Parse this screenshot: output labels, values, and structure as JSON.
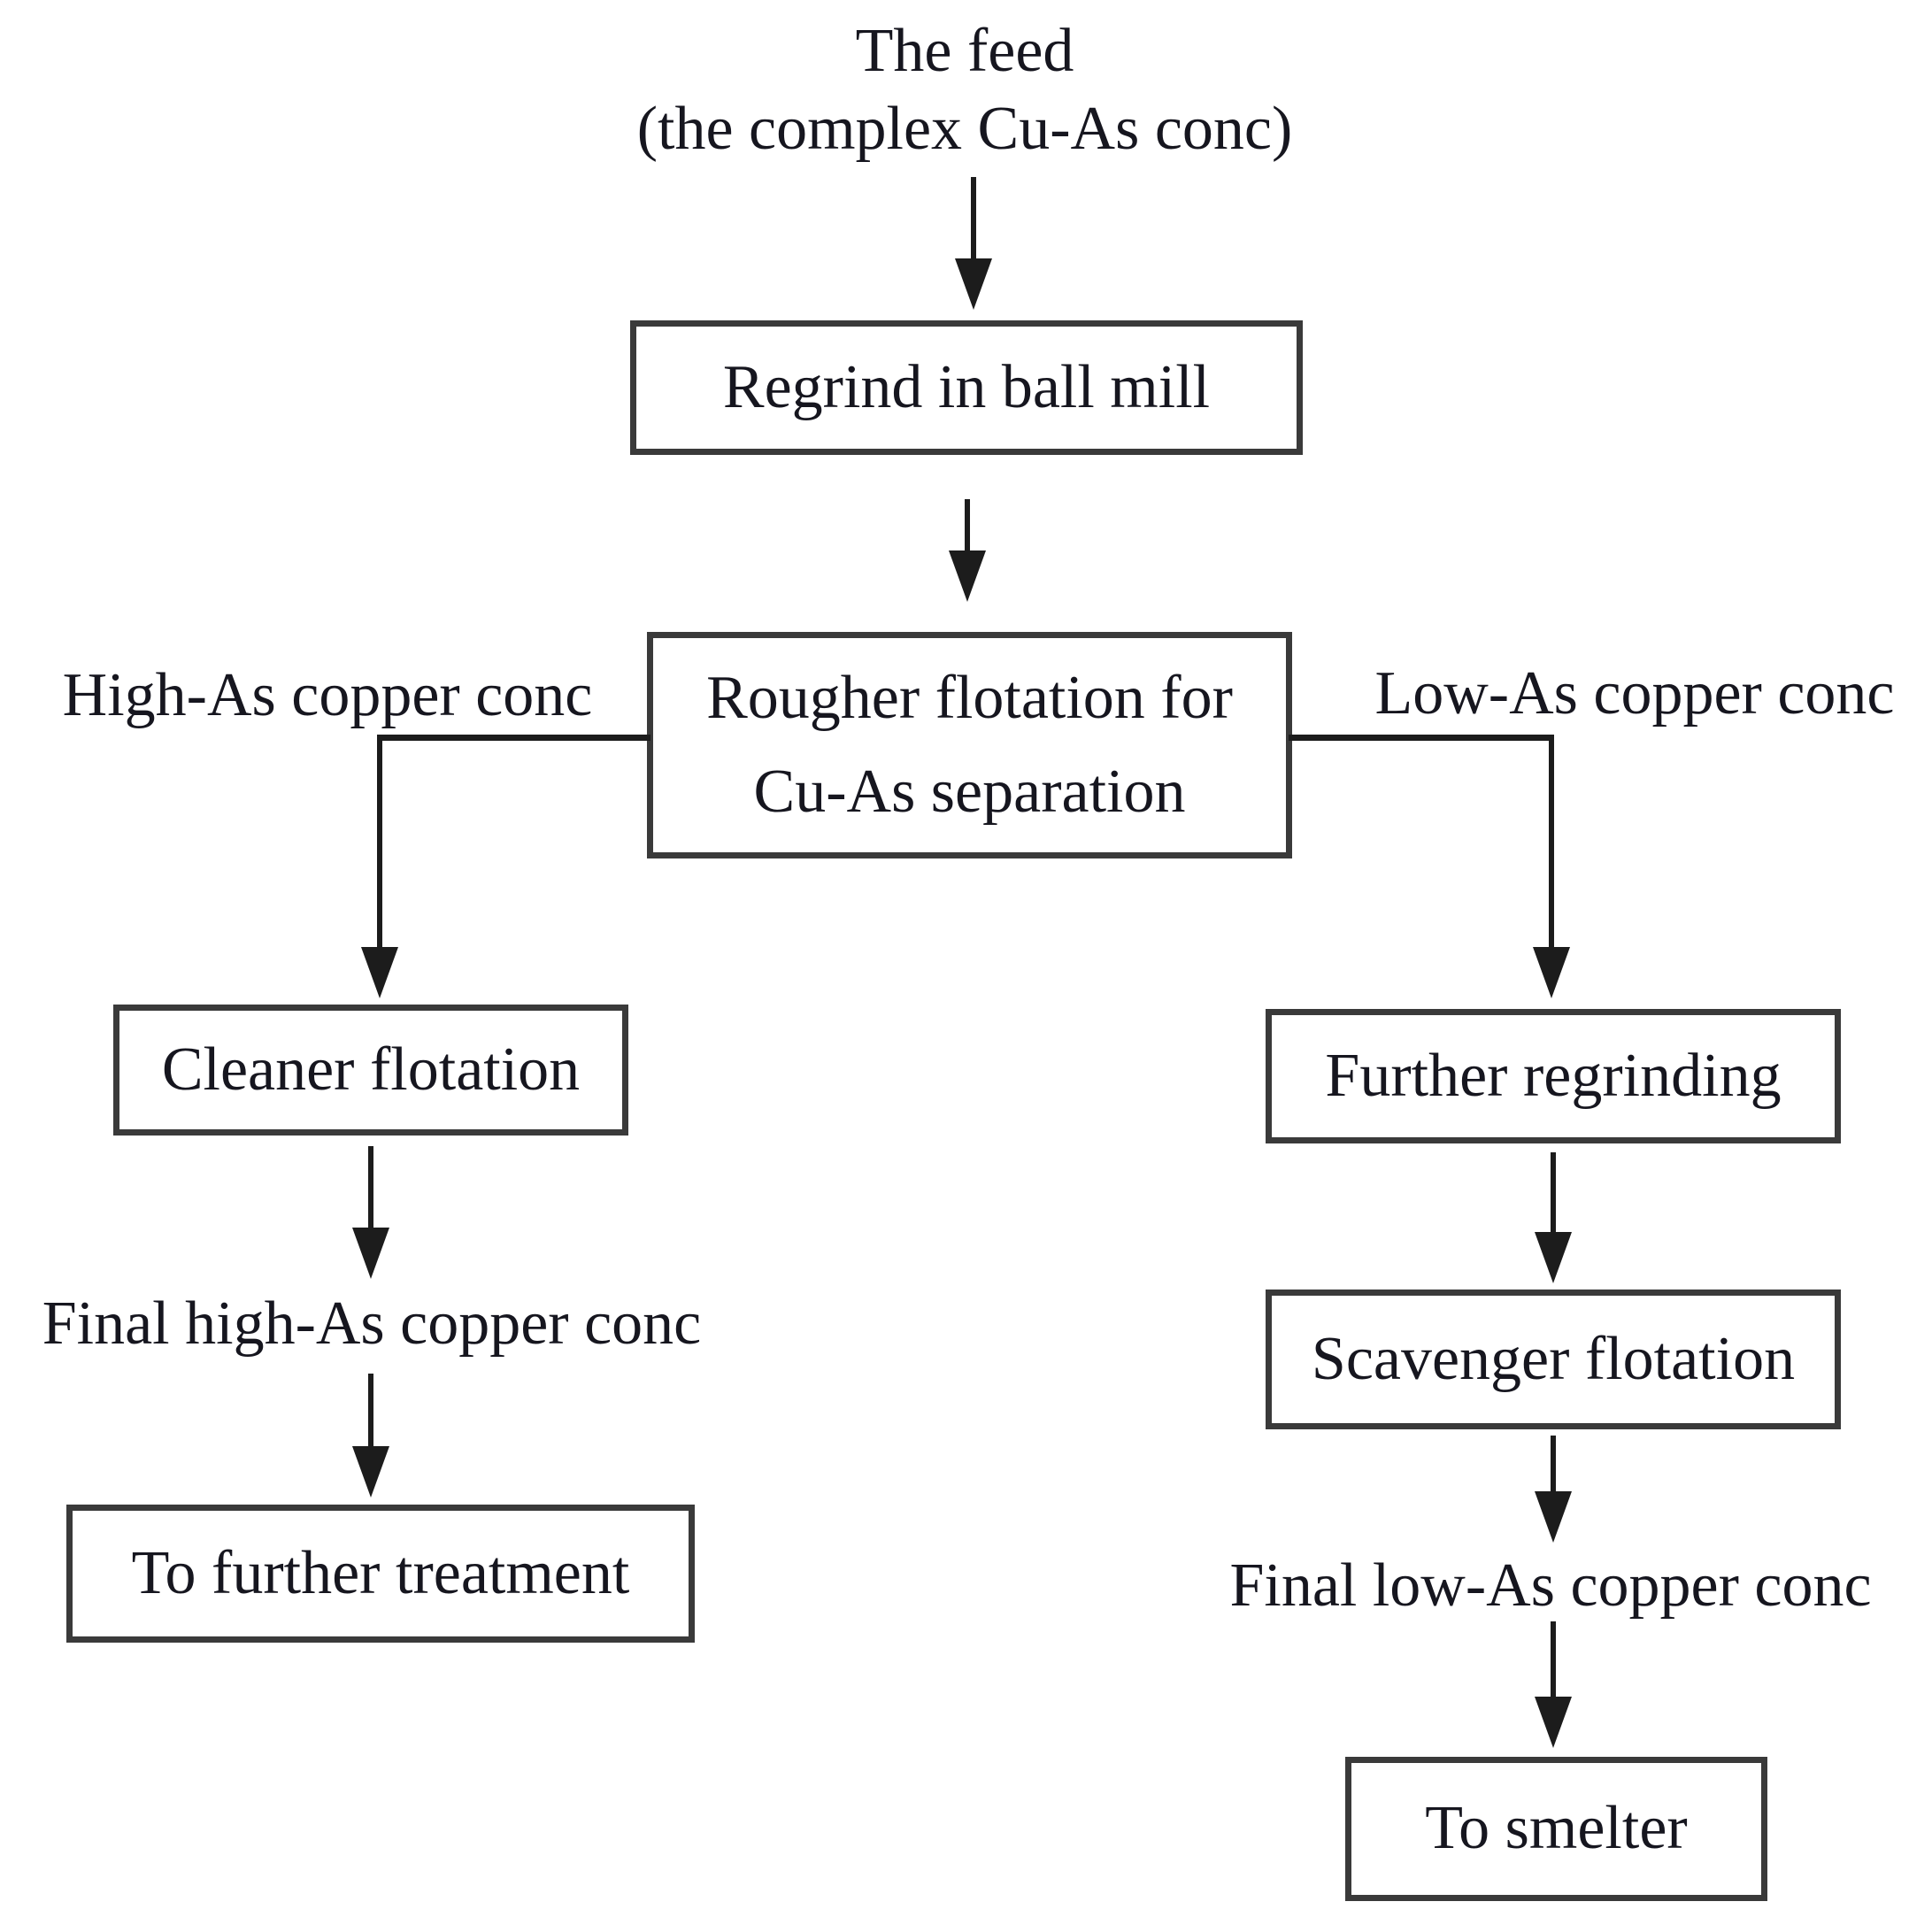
{
  "flowchart": {
    "feed": {
      "line1": "The feed",
      "line2": "(the complex Cu-As conc)"
    },
    "nodes": {
      "regrind": {
        "label": "Regrind in ball mill"
      },
      "rougher": {
        "line1": "Rougher flotation for",
        "line2": "Cu-As separation"
      },
      "cleaner": {
        "label": "Cleaner flotation"
      },
      "further_treatment": {
        "label": "To further treatment"
      },
      "further_regrinding": {
        "label": "Further regrinding"
      },
      "scavenger": {
        "label": "Scavenger flotation"
      },
      "smelter": {
        "label": "To smelter"
      }
    },
    "stream_labels": {
      "high_as": "High-As copper conc",
      "low_as": "Low-As copper conc",
      "final_high_as": "Final high-As copper conc",
      "final_low_as": "Final low-As copper conc"
    },
    "colors": {
      "background": "#ffffff",
      "text": "#16161f",
      "box_border": "#3a3a3a",
      "connector": "#1c1c1c"
    }
  }
}
